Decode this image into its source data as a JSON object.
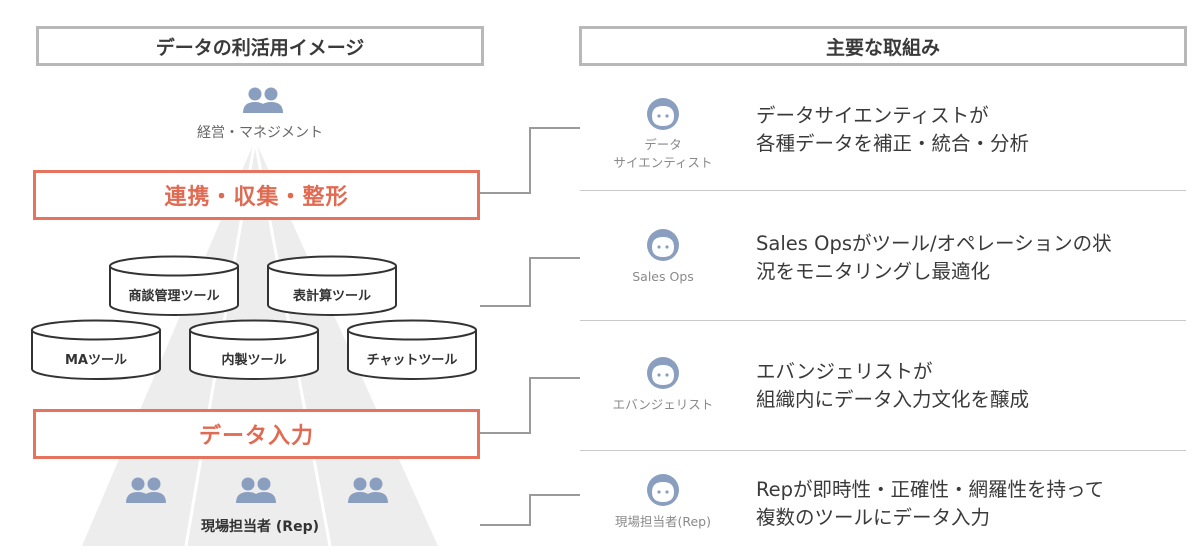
{
  "left_header": "データの利活用イメージ",
  "right_header": "主要な取組み",
  "management_label": "経営・マネジメント",
  "integration_label": "連携・収集・整形",
  "data_input_label": "データ入力",
  "field_rep_label": "現場担当者 (Rep)",
  "tools": {
    "sfa": "商談管理ツール",
    "spreadsheet": "表計算ツール",
    "ma": "MAツール",
    "internal": "内製ツール",
    "chat": "チャットツール"
  },
  "roles": [
    {
      "name_line1": "データ",
      "name_line2": "サイエンティスト",
      "desc_line1": "データサイエンティストが",
      "desc_line2": "各種データを補正・統合・分析"
    },
    {
      "name_line1": "Sales Ops",
      "name_line2": "",
      "desc_line1": "Sales Opsがツール/オペレーションの状",
      "desc_line2": "況をモニタリングし最適化"
    },
    {
      "name_line1": "エバンジェリスト",
      "name_line2": "",
      "desc_line1": "エバンジェリストが",
      "desc_line2": "組織内にデータ入力文化を醸成"
    },
    {
      "name_line1": "現場担当者(Rep)",
      "name_line2": "",
      "desc_line1": "Repが即時性・正確性・網羅性を持って",
      "desc_line2": "複数のツールにデータ入力"
    }
  ],
  "colors": {
    "accent_red": "#e5735d",
    "icon_blue": "#8a9fc0",
    "border_gray": "#b8b8b8",
    "pyramid_gray": "#ececec"
  }
}
